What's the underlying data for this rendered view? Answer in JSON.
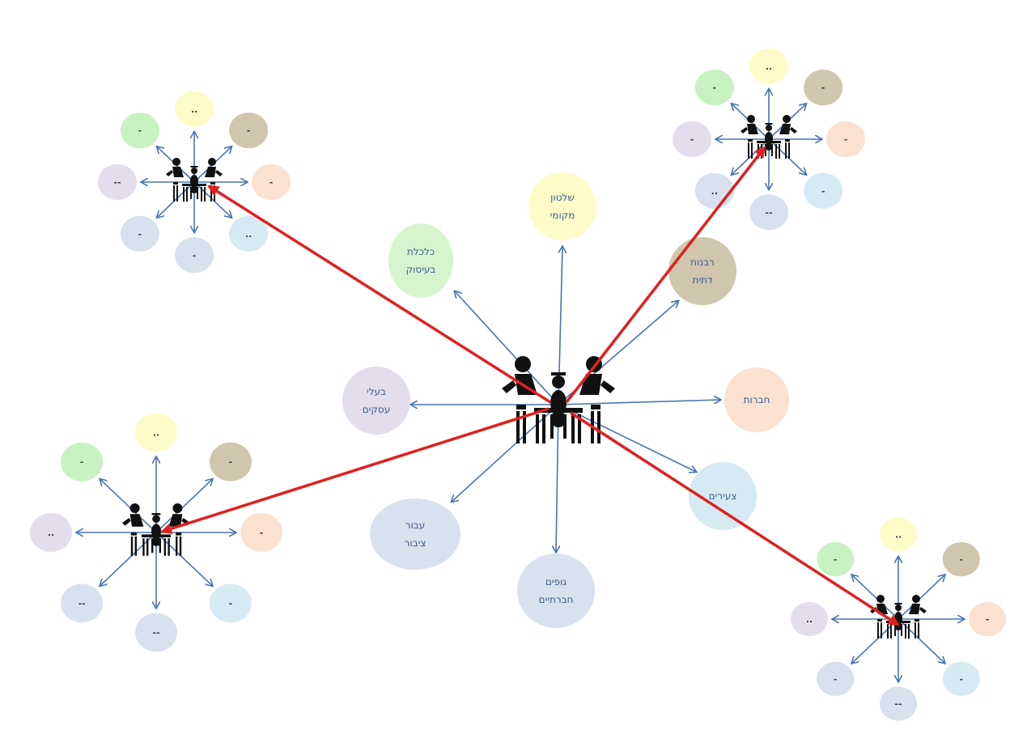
{
  "center": {
    "nodes": [
      {
        "lines": [
          "שלטון",
          "מקומי"
        ],
        "color": "#fdfcc9"
      },
      {
        "lines": [
          "רבנות",
          "דתית"
        ],
        "color": "#cfc6ad"
      },
      {
        "lines": [
          "חברות"
        ],
        "color": "#fbe1d0"
      },
      {
        "lines": [
          "צעירים"
        ],
        "color": "#d6eaf3"
      },
      {
        "lines": [
          "גופים",
          "חברתיים"
        ],
        "color": "#d9e1ee"
      },
      {
        "lines": [
          "עבור",
          "ציבור"
        ],
        "color": "#d9e1ee"
      },
      {
        "lines": [
          "בעלי",
          "עסקים"
        ],
        "color": "#e3dded"
      },
      {
        "lines": [
          "כלכלת",
          "בעיסוק"
        ],
        "color": "#d6f5cf"
      }
    ]
  },
  "satellites": [
    {
      "name": "top-left",
      "nodes": [
        "..",
        "-",
        "-",
        "..",
        "-",
        "-",
        "--",
        "-"
      ]
    },
    {
      "name": "top-right",
      "nodes": [
        "..",
        "-",
        "-",
        "-",
        "--",
        "..",
        "-",
        "-"
      ]
    },
    {
      "name": "bottom-left",
      "nodes": [
        "..",
        "-",
        "-",
        "-",
        "--",
        "--",
        "..",
        "-"
      ]
    },
    {
      "name": "bottom-right",
      "nodes": [
        "..",
        "-",
        "-",
        "-",
        "--",
        "-",
        "..",
        "-"
      ]
    }
  ],
  "colors": {
    "spoke": "#4a74b0",
    "link": "#e02020",
    "yellow": "#fdfcc9",
    "tan": "#cfc6ad",
    "peach": "#fbe1d0",
    "lightblue": "#d6eaf3",
    "paleblue": "#d9e1ee",
    "lavender": "#e3dded",
    "green": "#c9f2c3"
  },
  "icons": {
    "hub": "people-at-table-icon"
  }
}
